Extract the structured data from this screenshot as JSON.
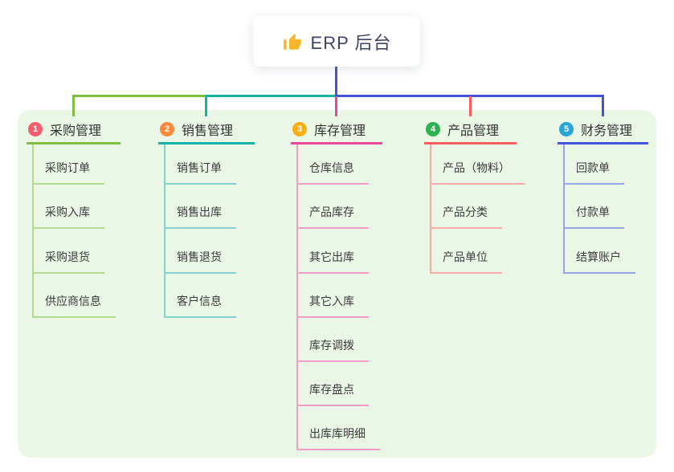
{
  "root": {
    "title": "ERP 后台",
    "icon": "thumbs-up-icon"
  },
  "theme": {
    "canvas_bg": "#ffffff",
    "panel_bg": "#ebf7e6",
    "root_connector_color": "#4355d6",
    "root_title_color": "#3e4461",
    "branch_label_color": "#333333",
    "child_label_color": "#3c3c3c",
    "thumb_icon_color": "#f5b62e"
  },
  "branches": [
    {
      "index": "1",
      "label": "采购管理",
      "badge_color": "#f75e6d",
      "line_color": "#7fbe3e",
      "child_line_color": "#b4da92",
      "children": [
        "采购订单",
        "采购入库",
        "采购退货",
        "供应商信息"
      ]
    },
    {
      "index": "2",
      "label": "销售管理",
      "badge_color": "#fc8a3d",
      "line_color": "#12b3a2",
      "child_line_color": "#82d3c9",
      "children": [
        "销售订单",
        "销售出库",
        "销售退货",
        "客户信息"
      ]
    },
    {
      "index": "3",
      "label": "库存管理",
      "badge_color": "#f9ae13",
      "line_color": "#e8489c",
      "child_line_color": "#f29dc6",
      "children": [
        "仓库信息",
        "产品库存",
        "其它出库",
        "其它入库",
        "库存调拨",
        "库存盘点",
        "出库库明细"
      ]
    },
    {
      "index": "4",
      "label": "产品管理",
      "badge_color": "#2cb24f",
      "line_color": "#f85d60",
      "child_line_color": "#fba9ab",
      "children": [
        "产品（物料）",
        "产品分类",
        "产品单位"
      ]
    },
    {
      "index": "5",
      "label": "财务管理",
      "badge_color": "#27a5d6",
      "line_color": "#4355d6",
      "child_line_color": "#97a6e2",
      "children": [
        "回款单",
        "付款单",
        "结算账户"
      ]
    }
  ]
}
